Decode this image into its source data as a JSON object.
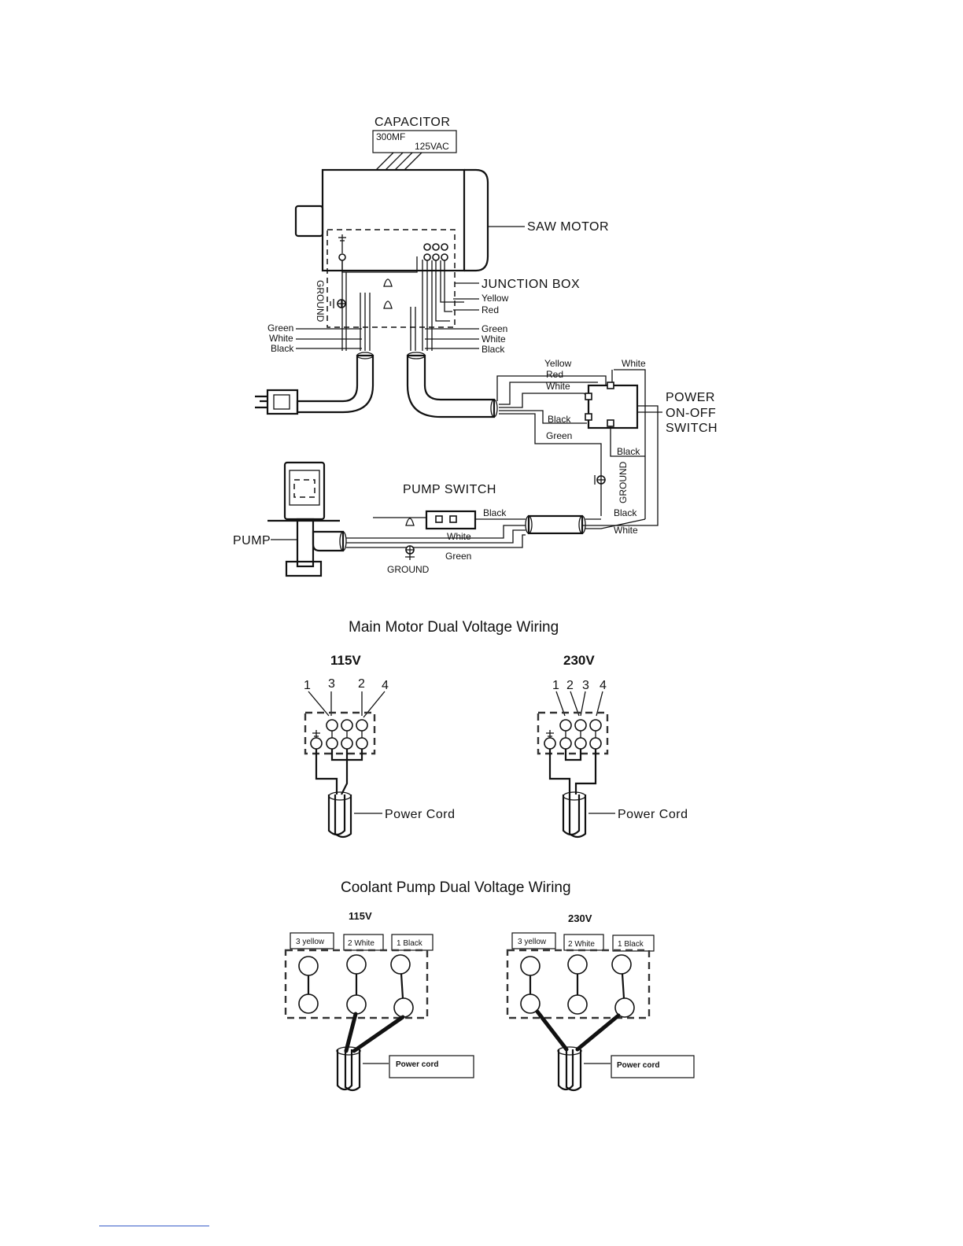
{
  "wiring": {
    "capacitor_title": "CAPACITOR",
    "capacitor_rating": "300MF",
    "capacitor_voltage": "125VAC",
    "saw_motor": "SAW  MOTOR",
    "junction_box": "JUNCTION BOX",
    "ground": "GROUND",
    "power_switch_l1": "POWER",
    "power_switch_l2": "ON-OFF",
    "power_switch_l3": "SWITCH",
    "pump_switch": "PUMP  SWITCH",
    "pump": "PUMP",
    "wire_green": "Green",
    "wire_white": "White",
    "wire_black": "Black",
    "wire_yellow": "Yellow",
    "wire_red": "Red"
  },
  "main_motor": {
    "title": "Main Motor Dual Voltage Wiring",
    "v115": "115V",
    "v230": "230V",
    "power_cord": "Power  Cord",
    "t1": "1",
    "t2": "2",
    "t3": "3",
    "t4": "4"
  },
  "coolant_pump": {
    "title": "Coolant Pump Dual Voltage Wiring",
    "v115": "115V",
    "v230": "230V",
    "label_yellow": "3 yellow",
    "label_white": "2 White",
    "label_black": "1 Black",
    "power_cord": "Power cord"
  }
}
